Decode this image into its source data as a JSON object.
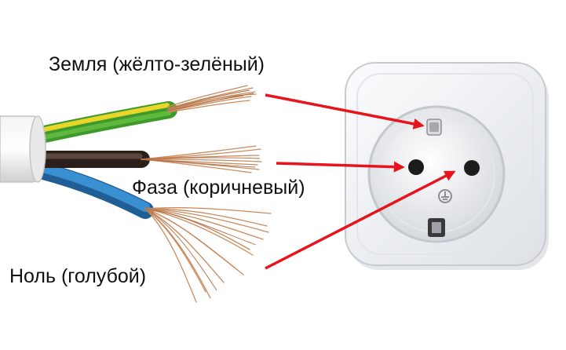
{
  "labels": {
    "ground": "Земля (жёлто-зелёный)",
    "phase": "Фаза (коричневый)",
    "neutral": "Ноль (голубой)"
  },
  "icons": {
    "cable": "three-core-cable-icon",
    "socket": "schuko-socket-icon",
    "ground_symbol": "ground-symbol-icon"
  },
  "colors": {
    "arrow": "#e8141c",
    "ground_wire_green": "#4aa82e",
    "ground_wire_yellow": "#e6d21e",
    "phase_wire": "#3b2a22",
    "neutral_wire": "#2f7fc1",
    "copper": "#c98a5c",
    "socket_body": "#eef0f3"
  }
}
